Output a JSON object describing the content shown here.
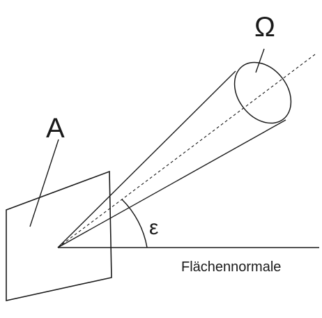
{
  "labels": {
    "area": "A",
    "solid_angle": "Ω",
    "angle": "ε",
    "normal": "Flächennormale"
  },
  "colors": {
    "stroke": "#1a1a1a",
    "background": "#ffffff"
  }
}
